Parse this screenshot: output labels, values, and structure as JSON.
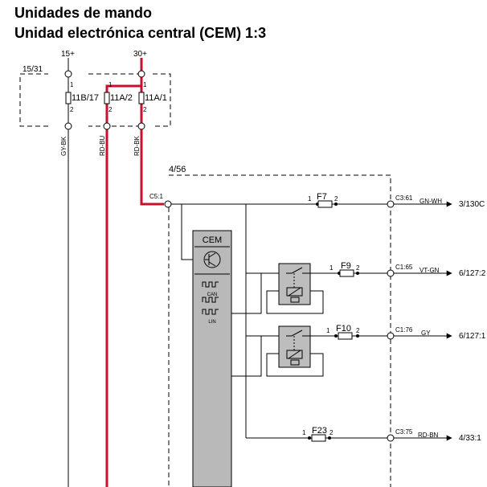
{
  "header": {
    "title": "Unidades de mando",
    "subtitle": "Unidad electrónica central (CEM) 1:3"
  },
  "colors": {
    "wire": "#000000",
    "power": "#c8102e",
    "box_fill": "#b9b9b9",
    "relay_fill": "#bdbdbd"
  },
  "top_box": {
    "label": "15/31",
    "terminal_15": "15+",
    "terminal_30": "30+",
    "fuses": [
      {
        "name": "11B/17",
        "pin_top": "1",
        "pin_bottom": "2"
      },
      {
        "name": "11A/2",
        "pin_top": "1",
        "pin_bottom": "2"
      },
      {
        "name": "11A/1",
        "pin_top": "1",
        "pin_bottom": "2"
      }
    ],
    "wire_colors": [
      "GY-BK",
      "RD-BU",
      "RD-BK"
    ]
  },
  "cem_box": {
    "label": "4/56",
    "input_pin": "C5:1",
    "module_name": "CEM",
    "can_label": "CAN",
    "lin_label": "LIN"
  },
  "outputs": [
    {
      "fuse": "F7",
      "pin_left": "1",
      "pin_right": "2",
      "connector": "C3:61",
      "wire": "GN-WH",
      "dest": "3/130C"
    },
    {
      "fuse": "F9",
      "pin_left": "1",
      "pin_right": "2",
      "connector": "C1:65",
      "wire": "VT-GN",
      "dest": "6/127:2"
    },
    {
      "fuse": "F10",
      "pin_left": "1",
      "pin_right": "2",
      "connector": "C1:76",
      "wire": "GY",
      "dest": "6/127:1"
    },
    {
      "fuse": "F23",
      "pin_left": "1",
      "pin_right": "2",
      "connector": "C3:75",
      "wire": "RD-BN",
      "dest": "4/33:1"
    }
  ]
}
